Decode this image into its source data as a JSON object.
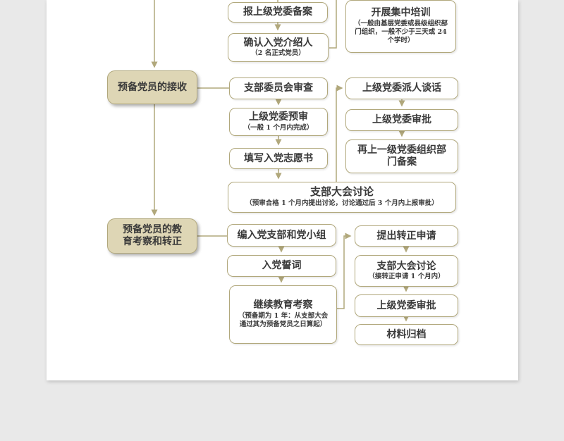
{
  "colors": {
    "background": "#e9e9e9",
    "page": "#ffffff",
    "line_and_border": "#b1a87c",
    "stage_fill": "#ded6b5",
    "text": "#3a3a3a"
  },
  "nodes": {
    "a1": {
      "label": "报上级党委备案"
    },
    "a2": {
      "label": "确认入党介绍人",
      "note": "（2 名正式党员）"
    },
    "b": {
      "label": "开展集中培训",
      "note": "（一般由基层党委或县级组织部门组织，一般不少于三天或 24 个学时）"
    },
    "stage1": {
      "label": "预备党员的接收"
    },
    "c1": {
      "label": "支部委员会审查"
    },
    "c2": {
      "label": "上级党委预审",
      "note": "（一般 1 个月内完成）"
    },
    "c3": {
      "label": "填写入党志愿书"
    },
    "d": {
      "label": "支部大会讨论",
      "note": "（预审合格 1 个月内提出讨论，讨论通过后 3 个月内上报审批）"
    },
    "e1": {
      "label": "上级党委派人谈话"
    },
    "e2": {
      "label": "上级党委审批"
    },
    "e3": {
      "label": "再上一级党委组织部门备案"
    },
    "stage2": {
      "label": "预备党员的教育考察和转正"
    },
    "f1": {
      "label": "编入党支部和党小组"
    },
    "f2": {
      "label": "入党誓词"
    },
    "f3": {
      "label": "继续教育考察",
      "note": "（预备期为 1 年：从支部大会通过其为预备党员之日算起）"
    },
    "g1": {
      "label": "提出转正申请"
    },
    "g2": {
      "label": "支部大会讨论",
      "note": "（接转正申请 1 个月内）"
    },
    "g3": {
      "label": "上级党委审批"
    },
    "g4": {
      "label": "材料归档"
    }
  }
}
